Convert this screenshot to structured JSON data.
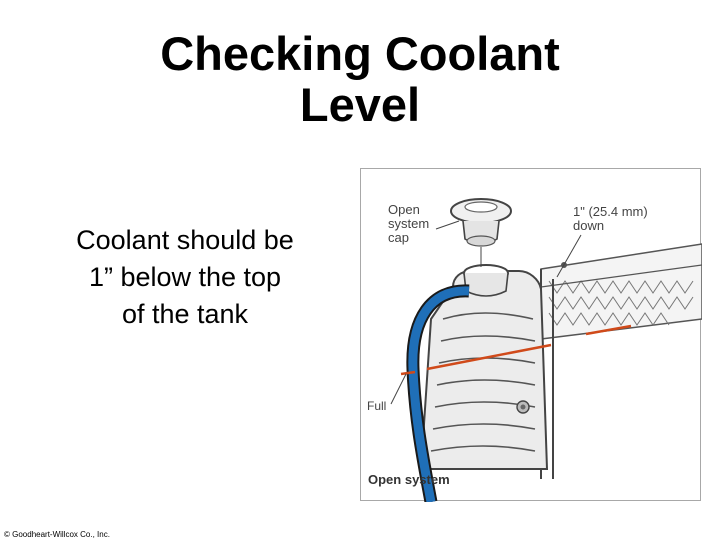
{
  "slide": {
    "title_line1": "Checking Coolant",
    "title_line2": "Level",
    "body_line1": "Coolant should be",
    "body_line2": "1” below the top",
    "body_line3": "of the tank",
    "copyright": "© Goodheart-Willcox Co., Inc."
  },
  "figure": {
    "label_open_cap_1": "Open",
    "label_open_cap_2": "system",
    "label_open_cap_3": "cap",
    "label_down_1": "1\" (25.4 mm)",
    "label_down_2": "down",
    "label_full": "Full",
    "caption": "Open system",
    "colors": {
      "hose": "#1f6fb8",
      "level_line": "#d04a1a",
      "tank_fill": "#ececec"
    }
  }
}
